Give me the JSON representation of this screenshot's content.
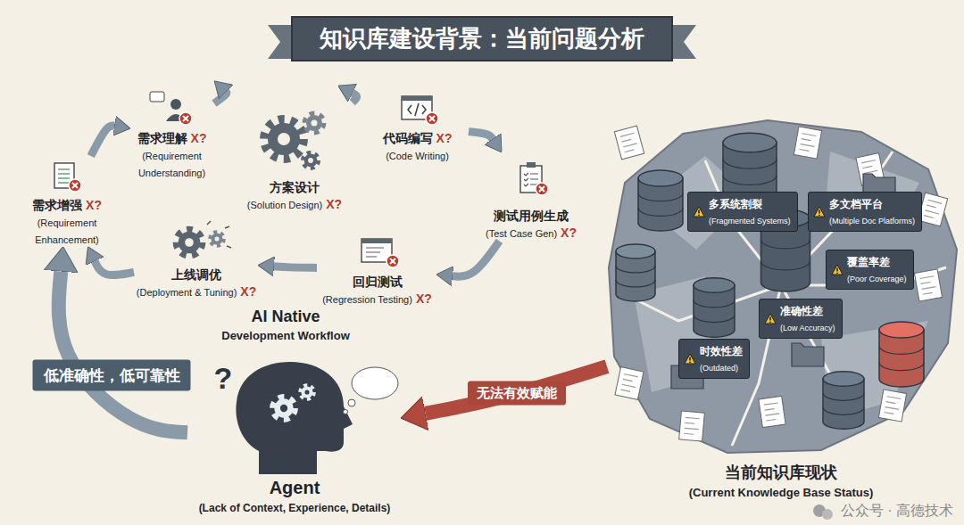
{
  "diagram": {
    "title": "知识库建设背景：当前问题分析",
    "nodes": [
      {
        "text": [
          "需求增强",
          "X?",
          "(Requirement Enhancement)"
        ]
      },
      {
        "text": [
          "需求理解",
          "X?",
          "(Requirement Understanding)"
        ]
      },
      {
        "text": [
          "方案设计",
          "(Solution Design)",
          "X?"
        ]
      },
      {
        "text": [
          "代码编写",
          "X?",
          "(Code Writing)"
        ]
      },
      {
        "text": [
          "测试用例生成",
          "(Test Case Gen)",
          "X?"
        ]
      },
      {
        "text": [
          "回归测试",
          "(Regression Testing)",
          "X?"
        ]
      },
      {
        "text": [
          "上线调优",
          "(Deployment & Tuning)",
          "X?"
        ]
      },
      {
        "text": [
          "Agent",
          "(Lack of Context, Experience, Details)"
        ]
      },
      {
        "text": [
          "当前知识库现状",
          "(Current Knowledge Base Status)"
        ]
      },
      {
        "text": [
          "多系统割裂",
          "(Fragmented Systems)"
        ],
        "in": 8
      },
      {
        "text": [
          "多文档平台",
          "(Multiple Doc Platforms)"
        ],
        "in": 8
      },
      {
        "text": [
          "覆盖率差",
          "(Poor Coverage)"
        ],
        "in": 8
      },
      {
        "text": [
          "准确性差",
          "(Low Accuracy)"
        ],
        "in": 8
      },
      {
        "text": [
          "时效性差",
          "(Outdated)"
        ],
        "in": 8
      }
    ],
    "edges": [
      {
        "from": 0,
        "to": 1,
        "arrow": "to"
      },
      {
        "from": 1,
        "to": 2,
        "arrow": "to"
      },
      {
        "from": 2,
        "to": 3,
        "arrow": "to"
      },
      {
        "from": 3,
        "to": 4,
        "arrow": "to"
      },
      {
        "from": 4,
        "to": 5,
        "arrow": "to"
      },
      {
        "from": 5,
        "to": 6,
        "arrow": "to"
      },
      {
        "from": 6,
        "to": 0,
        "arrow": "to"
      },
      {
        "from": 7,
        "to": 0,
        "arrow": "to",
        "label": "低准确性，低可靠性"
      },
      {
        "from": 8,
        "to": 7,
        "arrow": "to",
        "label": "无法有效赋能"
      }
    ],
    "labels": [
      "AI Native",
      "Development Workflow",
      "?",
      "公众号 · 高德技术"
    ]
  }
}
